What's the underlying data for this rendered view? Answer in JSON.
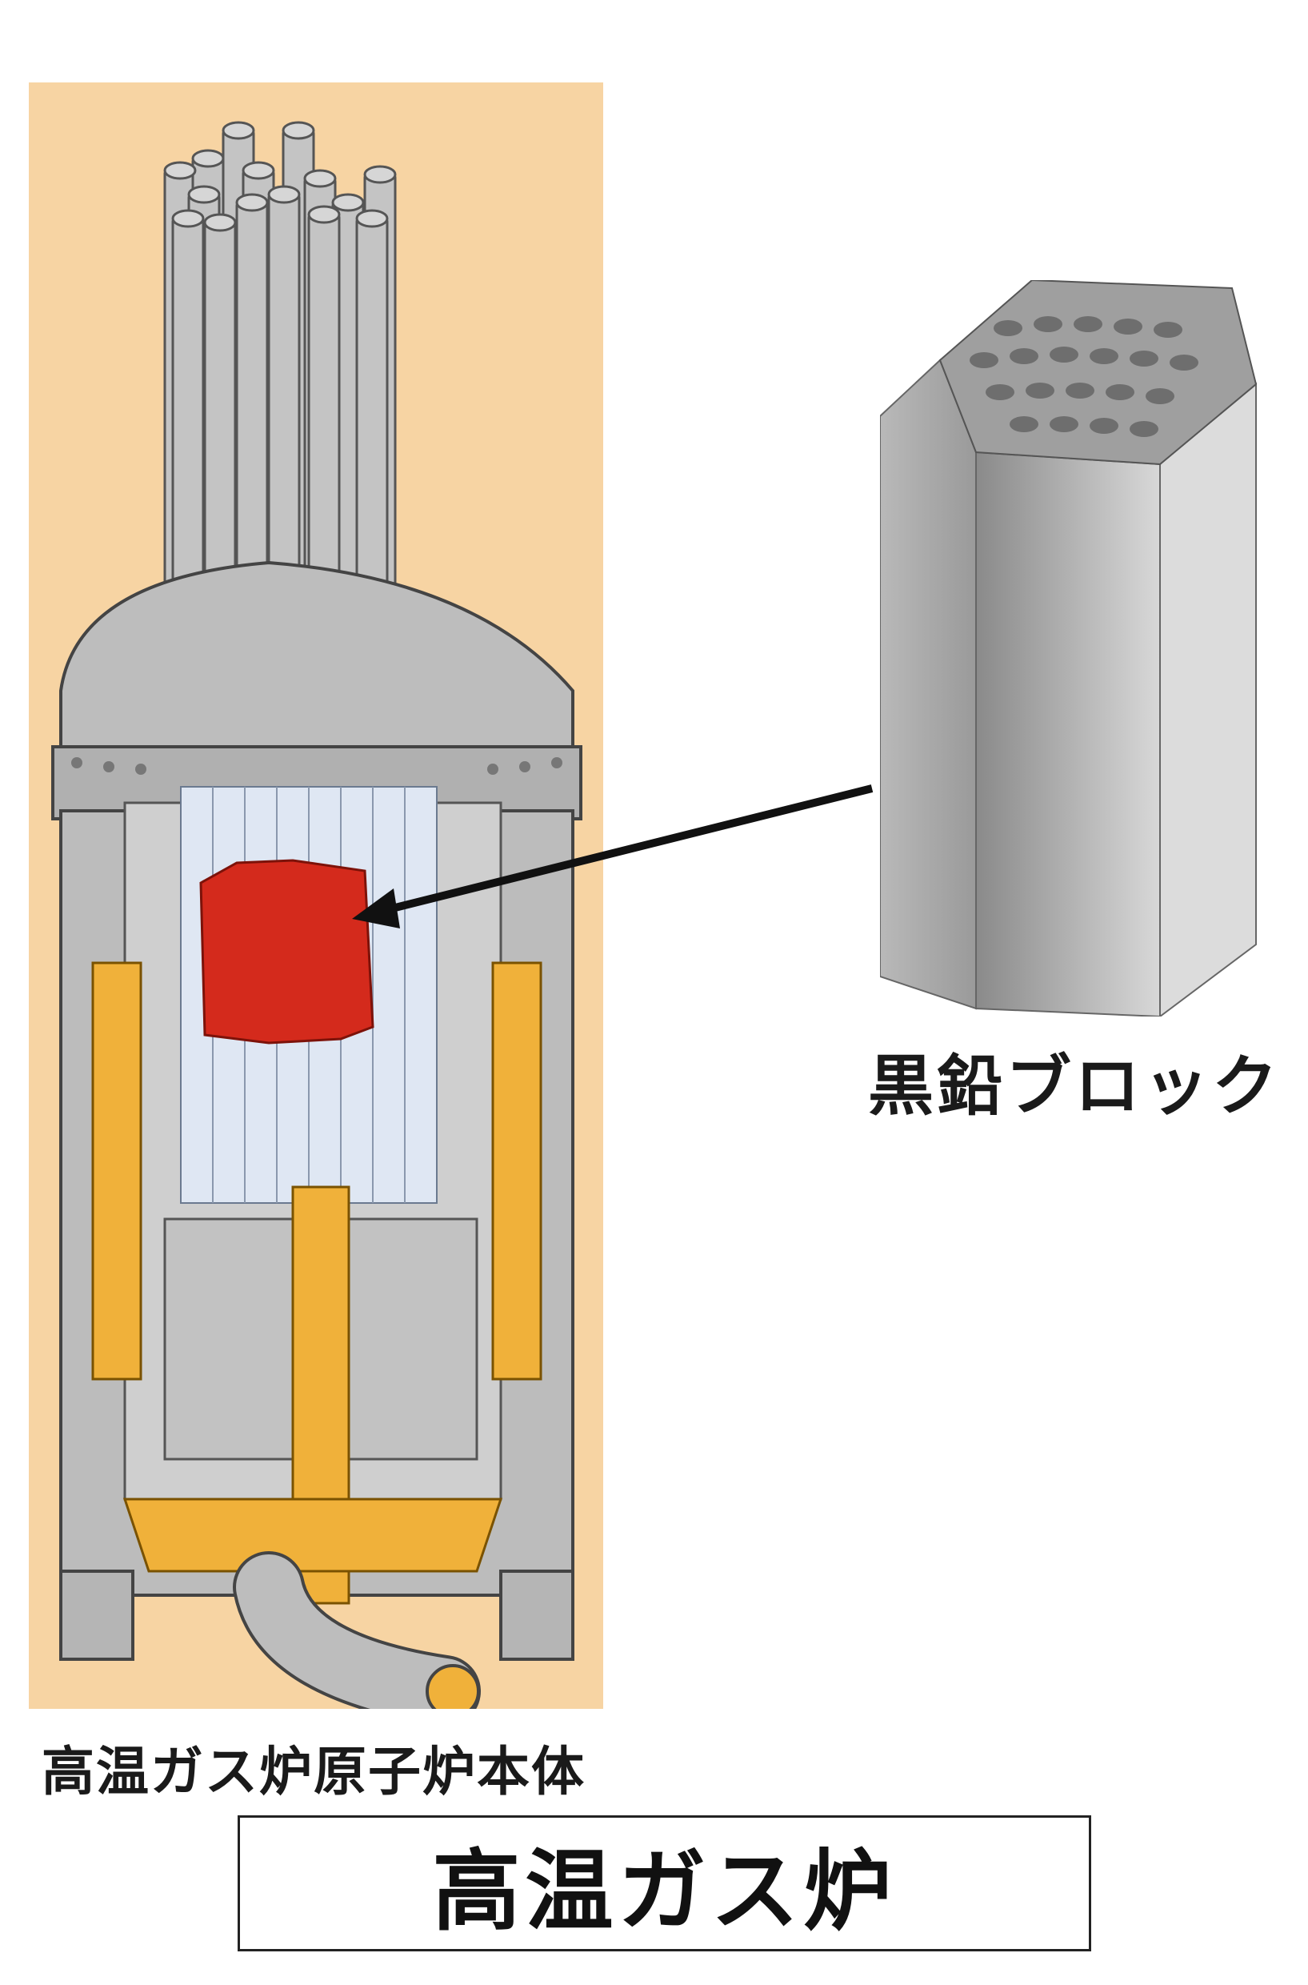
{
  "figure": {
    "title": "高温ガス炉",
    "reactor_caption": "高温ガス炉原子炉本体",
    "block_label": "黒鉛ブロック"
  },
  "colors": {
    "panel_background": "#f7d4a3",
    "vessel_gray": "#b9b9b9",
    "core_red": "#d42a1c",
    "fuel_blue": "#dfe7f3",
    "insulation_orange": "#f0b13a",
    "graphite_gray": "#a8a8a8"
  },
  "icons": [
    "arrow-pointer-icon",
    "graphite-block-icon",
    "reactor-vessel-icon"
  ]
}
